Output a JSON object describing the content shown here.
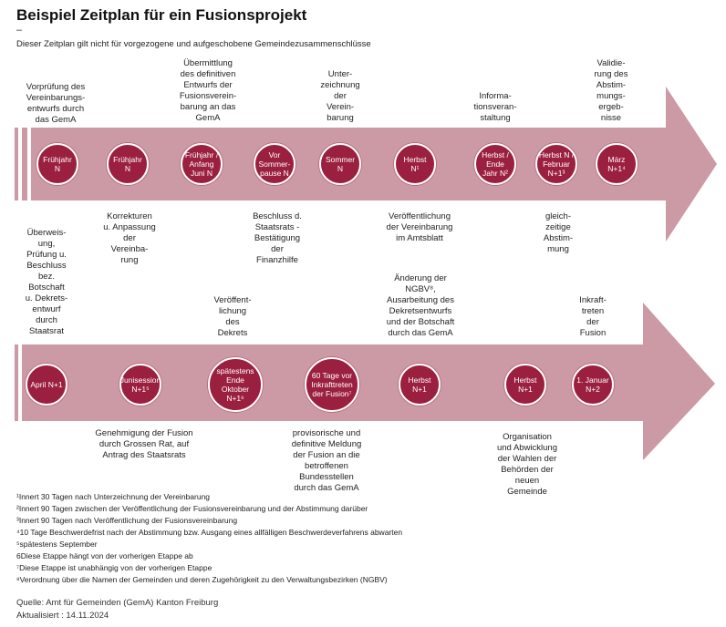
{
  "header": {
    "title": "Beispiel Zeitplan für ein Fusionsprojekt",
    "dash": "–",
    "subtitle": "Dieser Zeitplan gilt nicht für vorgezogene und aufgeschobene Gemeindezusammenschlüsse"
  },
  "colors": {
    "arrow": "#cc9aa5",
    "circle": "#9b1f3e"
  },
  "row1": {
    "circles": [
      "Frühjahr\nN",
      "Frühjahr\nN",
      "Frühjahr /\nAnfang\nJuni N",
      "Vor\nSommer-\npause N",
      "Sommer\nN",
      "Herbst\nN¹",
      "Herbst /\nEnde\nJahr N²",
      "Herbst N /\nFebruar\nN+1³",
      "März\nN+1⁴"
    ],
    "above": [
      "Vorprüfung des\nVereinbarungs-\nentwurfs durch\ndas GemA",
      "Übermittlung\ndes definitiven\nEntwurfs der\nFusionsverein-\nbarung an das\nGemA",
      "Unter-\nzeichnung\nder\nVerein-\nbarung",
      "Informa-\ntionsveran-\nstaltung",
      "Validie-\nrung des\nAbstim-\nmungs-\nergeb-\nnisse"
    ],
    "below": [
      "Überweis-\nung,\nPrüfung u.\nBeschluss\nbez.\nBotschaft\nu. Dekrets-\nentwurf\ndurch\nStaatsrat",
      "Korrekturen\nu. Anpassung\nder\nVereinba-\nrung",
      "Beschluss d.\nStaatsrats -\nBestätigung\nder\nFinanzhilfe",
      "Veröffentlichung\nder Vereinbarung\nim Amtsblatt",
      "gleich-\nzeitige\nAbstim-\nmung"
    ]
  },
  "row2": {
    "circles": [
      "April N+1",
      "Junisession\nN+1⁵",
      "spätestens\nEnde\nOktober\nN+1⁶",
      "60 Tage vor\nInkrafttreten\nder Fusion⁷",
      "Herbst\nN+1",
      "Herbst\nN+1",
      "1. Januar\nN+2"
    ],
    "above": [
      "Veröffent-\nlichung\ndes\nDekrets",
      "Änderung der\nNGBV⁸,\nAusarbeitung des\nDekretsentwurfs\nund der Botschaft\ndurch das GemA",
      "Inkraft-\ntreten\nder\nFusion"
    ],
    "below": [
      "Genehmigung der Fusion\ndurch Grossen Rat, auf\nAntrag des Staatsrats",
      "provisorische und\ndefinitive Meldung\nder Fusion an die\nbetroffenen\nBundesstellen\ndurch das GemA",
      "Organisation\nund Abwicklung\nder Wahlen der\nBehörden der\nneuen\nGemeinde"
    ]
  },
  "footnotes": [
    "¹Innert 30 Tagen nach Unterzeichnung der Vereinbarung",
    "²Innert 90 Tagen zwischen der Veröffentlichung der Fusionsvereinbarung und der Abstimmung darüber",
    "³Innert 90 Tagen nach Veröffentlichung der Fusionsvereinbarung",
    "⁴10 Tage Beschwerdefrist nach der Abstimmung bzw. Ausgang eines allfälligen Beschwerdeverfahrens abwarten",
    "⁵spätestens September",
    "6Diese Etappe hängt von der vorherigen Etappe ab",
    "⁷Diese Etappe ist unabhängig von der vorherigen Etappe",
    "⁸Verordnung über die Namen der Gemeinden und deren Zugehörigkeit zu den Verwaltungsbezirken (NGBV)"
  ],
  "source": {
    "line1": "Quelle: Amt für Gemeinden (GemA) Kanton Freiburg",
    "line2": "Aktualisiert : 14.11.2024"
  }
}
